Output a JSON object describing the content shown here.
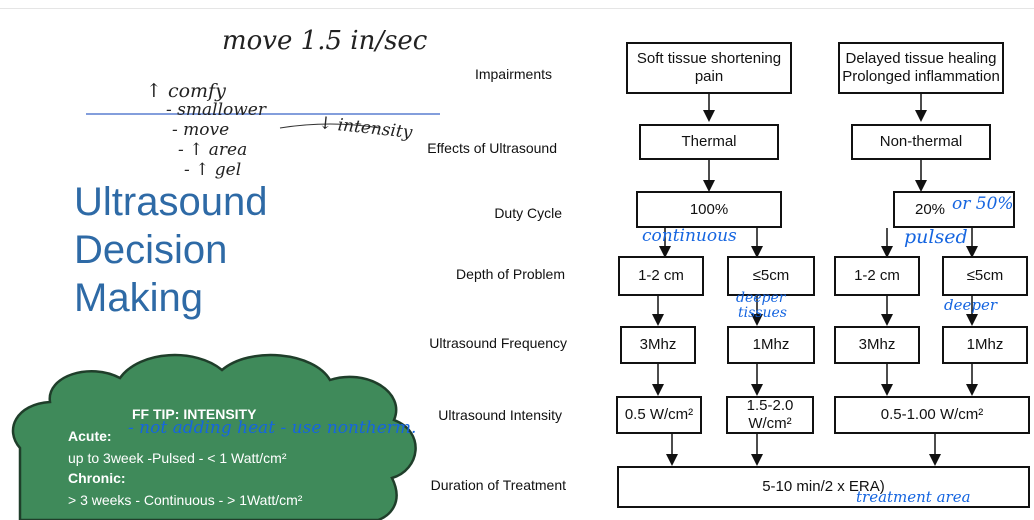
{
  "title": {
    "line1": "Ultrasound",
    "line2": "Decision",
    "line3": "Making"
  },
  "handwriting": {
    "top": "move 1.5 in/sec",
    "l1": "↑ comfy",
    "l2": "- smallower",
    "l3": "- move",
    "l4": "- ↑ area",
    "l5": "- ↑ gel",
    "intensity": "↓ intensity"
  },
  "row_labels": {
    "impairments": "Impairments",
    "effects": "Effects of Ultrasound",
    "duty": "Duty Cycle",
    "depth": "Depth of Problem",
    "frequency": "Ultrasound Frequency",
    "intensity": "Ultrasound Intensity",
    "duration": "Duration of Treatment"
  },
  "boxes": {
    "impair_left_line1": "Soft tissue shortening",
    "impair_left_line2": "pain",
    "impair_right_line1": "Delayed tissue healing",
    "impair_right_line2": "Prolonged inflammation",
    "thermal": "Thermal",
    "nonthermal": "Non-thermal",
    "duty_left": "100%",
    "duty_right": "20%",
    "depth_1": "1-2 cm",
    "depth_2": "≤5cm",
    "depth_3": "1-2 cm",
    "depth_4": "≤5cm",
    "freq_1": "3Mhz",
    "freq_2": "1Mhz",
    "freq_3": "3Mhz",
    "freq_4": "1Mhz",
    "int_1": "0.5 W/cm²",
    "int_2_line1": "1.5-2.0",
    "int_2_line2": "W/cm²",
    "int_right": "0.5-1.00 W/cm²",
    "duration": "5-10 min/2 x ERA)"
  },
  "annotations": {
    "or50": "or 50%",
    "continuous": "continuous",
    "pulsed": "pulsed",
    "deeper_tissues_1": "deeper",
    "deeper_tissues_2": "tissues",
    "deeper": "deeper",
    "treatment_area": "treatment area",
    "not_adding_heat": "- not adding heat - use nontherm."
  },
  "cloud": {
    "heading": "FF TIP: INTENSITY",
    "acute_label": "Acute:",
    "acute_detail": "up to 3week -Pulsed - < 1 Watt/cm²",
    "chronic_label": "Chronic:",
    "chronic_detail": "> 3 weeks -  Continuous - > 1Watt/cm²",
    "fill": "#3f8a5a"
  }
}
